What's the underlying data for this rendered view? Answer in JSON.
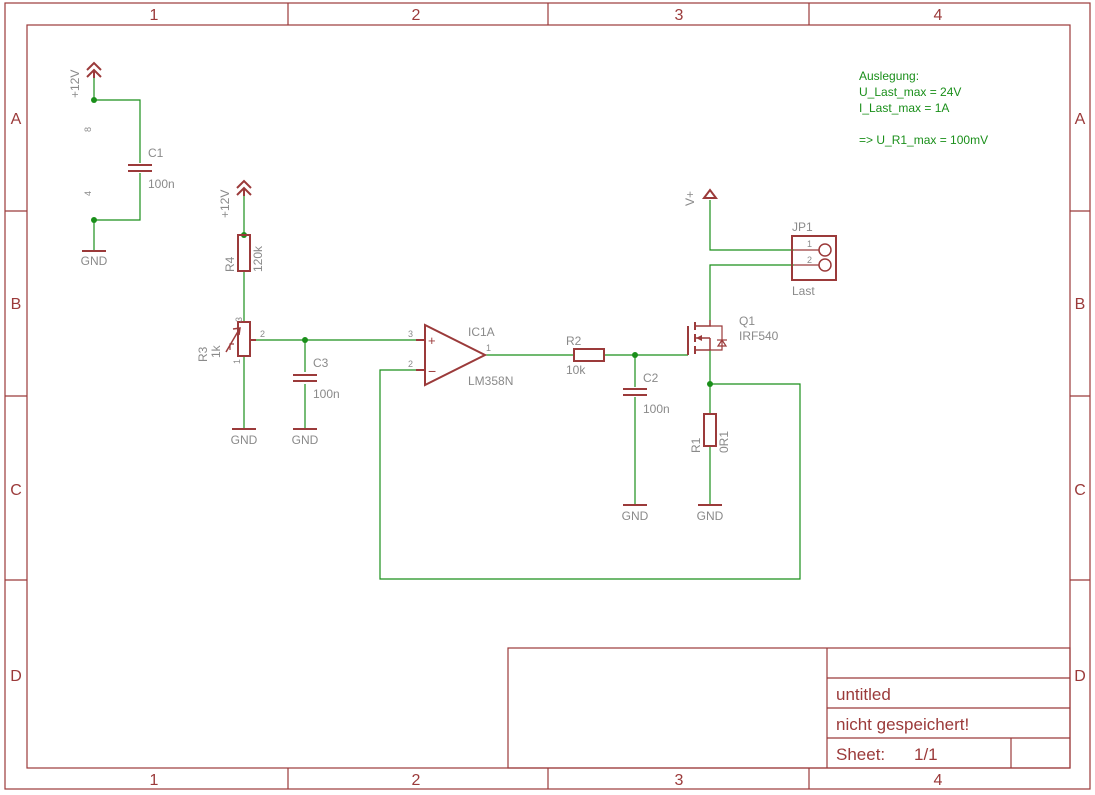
{
  "frame": {
    "columns": [
      "1",
      "2",
      "3",
      "4"
    ],
    "rows": [
      "A",
      "B",
      "C",
      "D"
    ]
  },
  "notes": {
    "heading": "Auslegung:",
    "lines": [
      "U_Last_max = 24V",
      "I_Last_max = 1A",
      "",
      "=> U_R1_max = 100mV"
    ]
  },
  "components": {
    "C1": {
      "ref": "C1",
      "value": "100n"
    },
    "C2": {
      "ref": "C2",
      "value": "100n"
    },
    "C3": {
      "ref": "C3",
      "value": "100n"
    },
    "R1": {
      "ref": "R1",
      "value": "0R1"
    },
    "R2": {
      "ref": "R2",
      "value": "10k"
    },
    "R3": {
      "ref": "R3",
      "value": "1k"
    },
    "R4": {
      "ref": "R4",
      "value": "120k"
    },
    "IC1": {
      "ref": "IC1A",
      "value": "LM358N"
    },
    "Q1": {
      "ref": "Q1",
      "value": "IRF540"
    },
    "JP1": {
      "ref": "JP1",
      "value": "Last"
    }
  },
  "supplies": {
    "p12v": "+12V",
    "vplus": "V+",
    "gnd": "GND"
  },
  "pins": {
    "c1_top": "8",
    "c1_bot": "4",
    "r3_top": "3",
    "r3_wiper": "2",
    "r3_bot": "1",
    "ic_plus": "3",
    "ic_minus": "2",
    "ic_out": "1",
    "jp_1": "1",
    "jp_2": "2"
  },
  "title_block": {
    "title": "untitled",
    "status": "nicht gespeichert!",
    "sheet_label": "Sheet:",
    "sheet_value": "1/1"
  }
}
